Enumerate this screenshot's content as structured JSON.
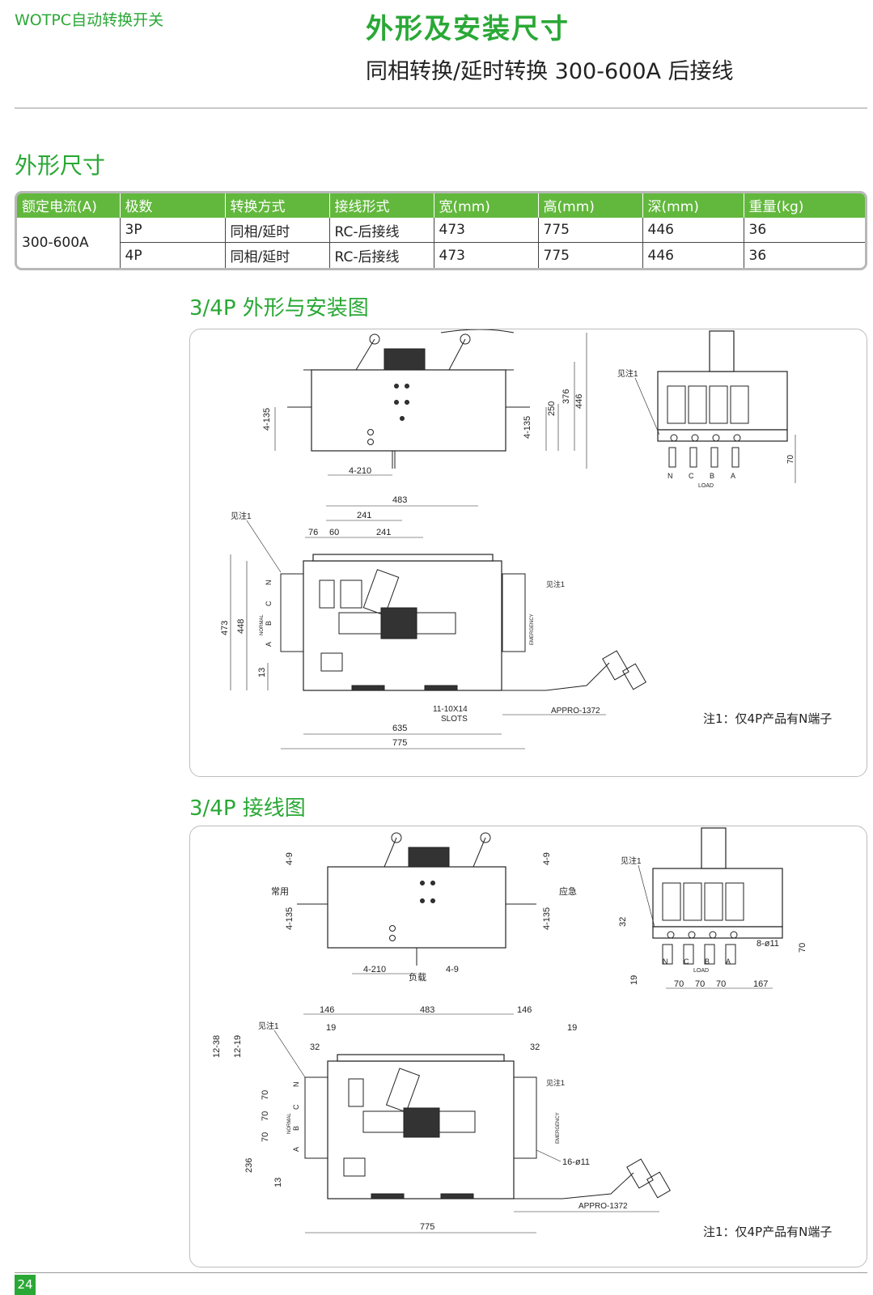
{
  "header": {
    "brand": "WOTPC自动转换开关",
    "title": "外形及安装尺寸",
    "subtitle": "同相转换/延时转换 300-600A 后接线"
  },
  "section": {
    "title": "外形尺寸"
  },
  "spec_table": {
    "headers": [
      "额定电流(A)",
      "极数",
      "转换方式",
      "接线形式",
      "宽(mm)",
      "高(mm)",
      "深(mm)",
      "重量(kg)"
    ],
    "current": "300-600A",
    "rows": [
      {
        "poles": "3P",
        "mode": "同相/延时",
        "wiring": "RC-后接线",
        "width": "473",
        "height": "775",
        "depth": "446",
        "weight": "36"
      },
      {
        "poles": "4P",
        "mode": "同相/延时",
        "wiring": "RC-后接线",
        "width": "473",
        "height": "775",
        "depth": "446",
        "weight": "36"
      }
    ]
  },
  "drawing1": {
    "title": "3/4P 外形与安装图",
    "dims": {
      "d_4_135_left": "4-135",
      "d_4_135_right": "4-135",
      "d_250": "250",
      "d_376": "376",
      "d_446": "446",
      "d_4_210": "4-210",
      "d_483": "483",
      "d_241a": "241",
      "d_76": "76",
      "d_60": "60",
      "d_241b": "241",
      "d_473": "473",
      "d_448": "448",
      "d_13": "13",
      "d_635": "635",
      "d_775": "775",
      "slots": "11-10X14",
      "slots_label": "SLOTS",
      "appro": "APPRO-1372",
      "d_70": "70"
    },
    "labels": {
      "see_note": "见注1",
      "normal": "NORMAL",
      "emergency": "EMERGENCY",
      "n": "N",
      "c": "C",
      "b": "B",
      "a": "A",
      "load": "LOAD"
    },
    "note": "注1：仅4P产品有N端子"
  },
  "drawing2": {
    "title": "3/4P 接线图",
    "dims": {
      "d_4_9_left": "4-9",
      "d_4_9_right": "4-9",
      "d_4_135_left": "4-135",
      "d_4_135_right": "4-135",
      "d_4_210": "4-210",
      "d_4_9_bottom": "4-9",
      "d_32": "32",
      "d_19": "19",
      "d_70a": "70",
      "d_70b": "70",
      "d_70c": "70",
      "d_70d": "70",
      "d_167": "167",
      "d_8_11": "8-ø11",
      "d_146a": "146",
      "d_483": "483",
      "d_146b": "146",
      "d_19a": "19",
      "d_19b": "19",
      "d_32a": "32",
      "d_32b": "32",
      "d_12_38": "12-38",
      "d_12_19": "12-19",
      "d_70e": "70",
      "d_70f": "70",
      "d_70g": "70",
      "d_236": "236",
      "d_13": "13",
      "d_16_11": "16-ø11",
      "appro": "APPRO-1372",
      "d_775": "775"
    },
    "labels": {
      "common": "常用",
      "emergency_cn": "应急",
      "load_cn": "负载",
      "see_note": "见注1",
      "normal": "NORMAL",
      "emergency": "EMERGENCY",
      "n": "N",
      "c": "C",
      "b": "B",
      "a": "A",
      "load": "LOAD"
    },
    "note": "注1：仅4P产品有N端子"
  },
  "footer": {
    "page": "24"
  }
}
